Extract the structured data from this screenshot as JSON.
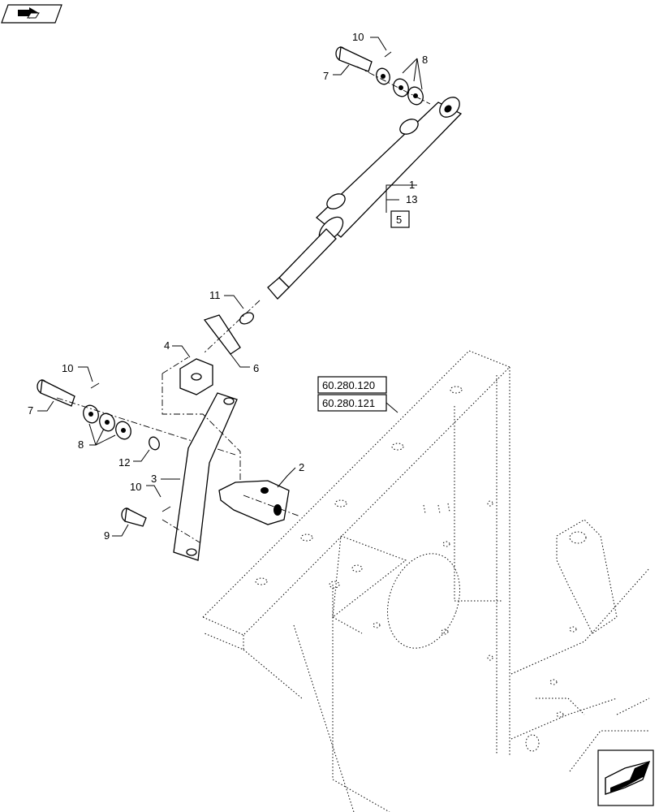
{
  "callouts": {
    "c1": "1",
    "c13": "13",
    "c5": "5",
    "c10a": "10",
    "c7a": "7",
    "c8a": "8",
    "c11": "11",
    "c4": "4",
    "c6": "6",
    "c10b": "10",
    "c7b": "7",
    "c8b": "8",
    "c12": "12",
    "c3": "3",
    "c2": "2",
    "c10c": "10",
    "c9": "9"
  },
  "references": {
    "ref1": "60.280.120",
    "ref2": "60.280.121"
  },
  "icons": {
    "top_left": "back-page-arrow-icon",
    "bottom_right": "next-page-arrow-icon"
  }
}
